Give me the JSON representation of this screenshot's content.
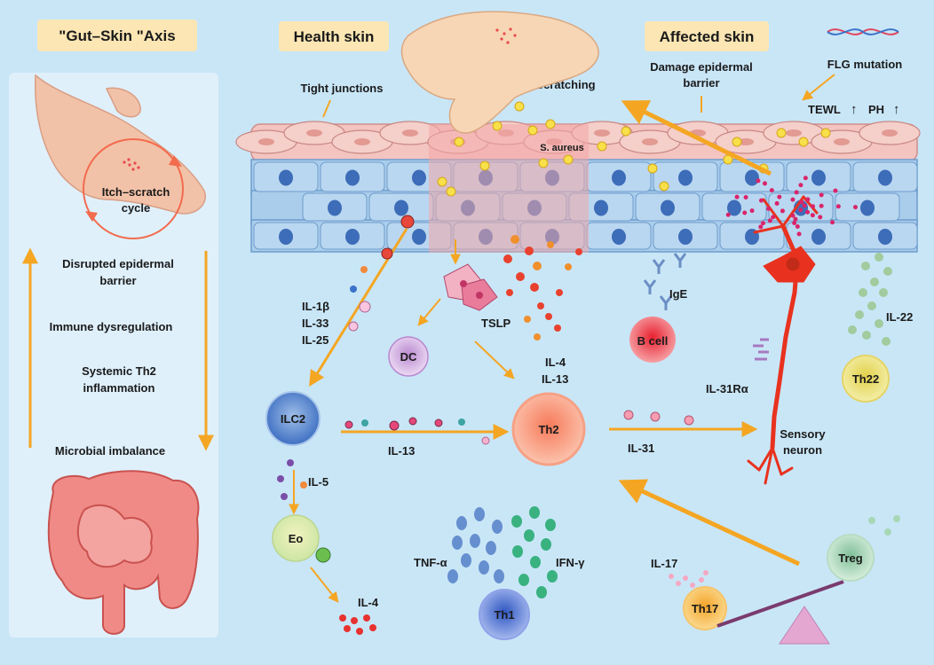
{
  "headers": {
    "gut_skin_axis": "\"Gut–Skin \"Axis",
    "health_skin": "Health skin",
    "affected_skin": "Affected skin"
  },
  "left_panel": {
    "itch_scratch_line1": "Itch–scratch",
    "itch_scratch_line2": "cycle",
    "step1_line1": "Disrupted epidermal",
    "step1_line2": "barrier",
    "step2": "Immune dysregulation",
    "step3_line1": "Systemic Th2",
    "step3_line2": "inflammation",
    "step4": "Microbial imbalance"
  },
  "skin_labels": {
    "tight_junctions": "Tight junctions",
    "scratching": "Scratching",
    "damage_line1": "Damage epidermal",
    "damage_line2": "barrier",
    "flg_mutation": "FLG mutation",
    "tewl": "TEWL",
    "ph": "PH",
    "s_aureus": "S. aureus"
  },
  "cytokines": {
    "il1b": "IL-1β",
    "il33": "IL-33",
    "il25": "IL-25",
    "tslp": "TSLP",
    "il4_top": "IL-4",
    "il13_top": "IL-13",
    "ige": "IgE",
    "il22": "IL-22",
    "il31ra": "IL-31Rα",
    "il13_mid": "IL-13",
    "il31": "IL-31",
    "il5": "IL-5",
    "tnfa": "TNF-α",
    "ifng": "IFN-γ",
    "il17": "IL-17",
    "il4_bottom": "IL-4"
  },
  "cells": {
    "dc": "DC",
    "b_cell": "B cell",
    "ilc2": "ILC2",
    "th2": "Th2",
    "th22": "Th22",
    "eo": "Eo",
    "th1": "Th1",
    "th17": "Th17",
    "treg": "Treg",
    "sensory_line1": "Sensory",
    "sensory_line2": "neuron"
  },
  "colors": {
    "background": "#c9e6f7",
    "header_box": "#fbe6b4",
    "arrow_orange": "#f4a623",
    "neuron_red": "#e8321f"
  }
}
